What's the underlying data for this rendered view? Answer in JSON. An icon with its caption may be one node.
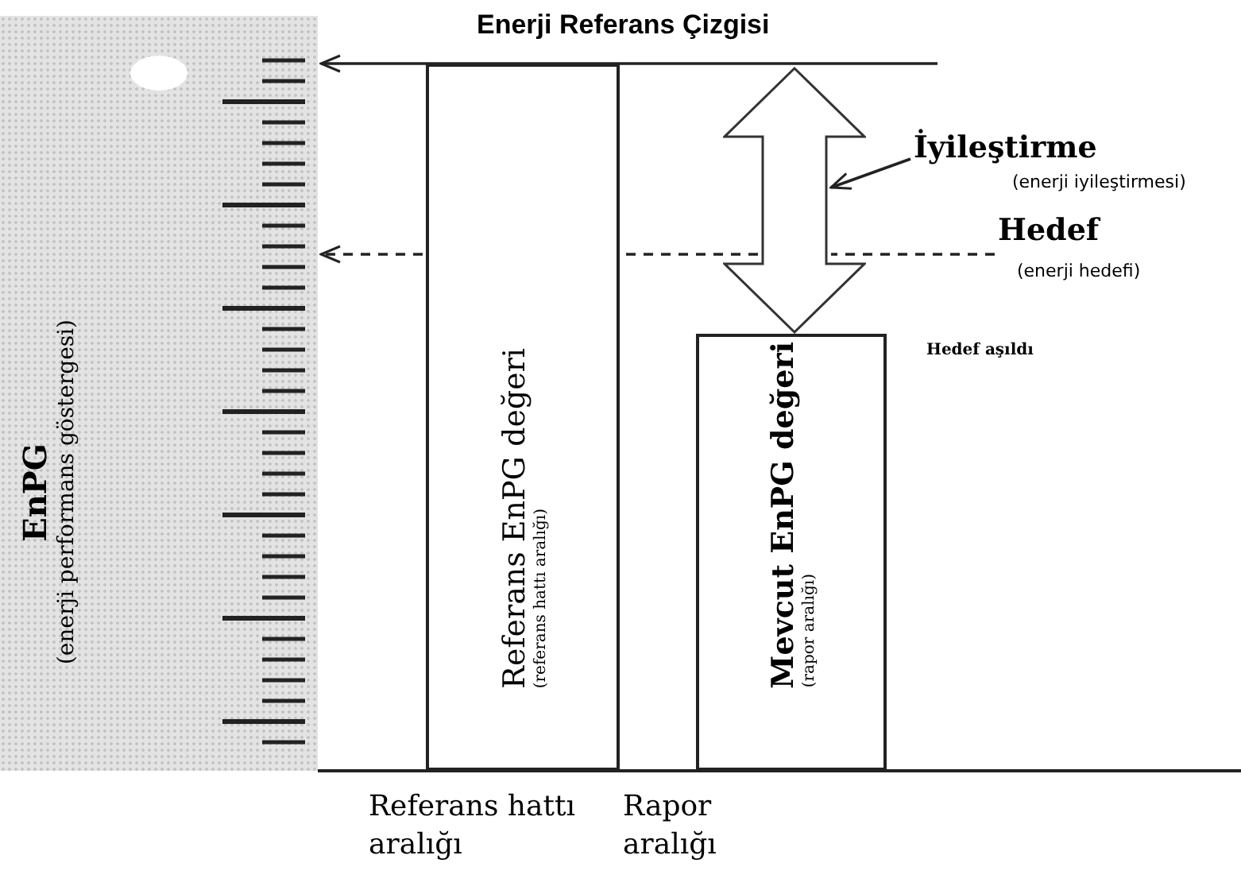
{
  "diagram": {
    "nodes": [
      {
        "text": [
          "EnPG",
          "(enerji performans göstergesi)"
        ]
      },
      {
        "text": [
          "Referans EnPG değeri",
          "(referans hattı aralığı)"
        ]
      },
      {
        "text": [
          "Mevcut EnPG değeri",
          "(rapor aralığı)"
        ]
      },
      {
        "text": [],
        "shape": "arrow"
      },
      {
        "text": [
          "İyileştirme",
          "(enerji iyileştirmesi)"
        ]
      },
      {
        "text": [
          "Hedef",
          "(enerji hedefi)"
        ]
      }
    ],
    "edges": [
      {
        "from": null,
        "to": 0,
        "arrow": "to",
        "label": "Enerji Referans Çizgisi"
      },
      {
        "from": 5,
        "to": 3,
        "arrow": "none",
        "style": "dashed"
      },
      {
        "from": 3,
        "to": 1,
        "arrow": "none",
        "style": "dashed"
      },
      {
        "from": 1,
        "to": 0,
        "arrow": "to",
        "style": "dashed"
      },
      {
        "from": 4,
        "to": 3,
        "arrow": "to"
      }
    ],
    "labels": [
      "Hedef aşıldı",
      "Referans hattı aralığı",
      "Rapor aralığı"
    ]
  }
}
